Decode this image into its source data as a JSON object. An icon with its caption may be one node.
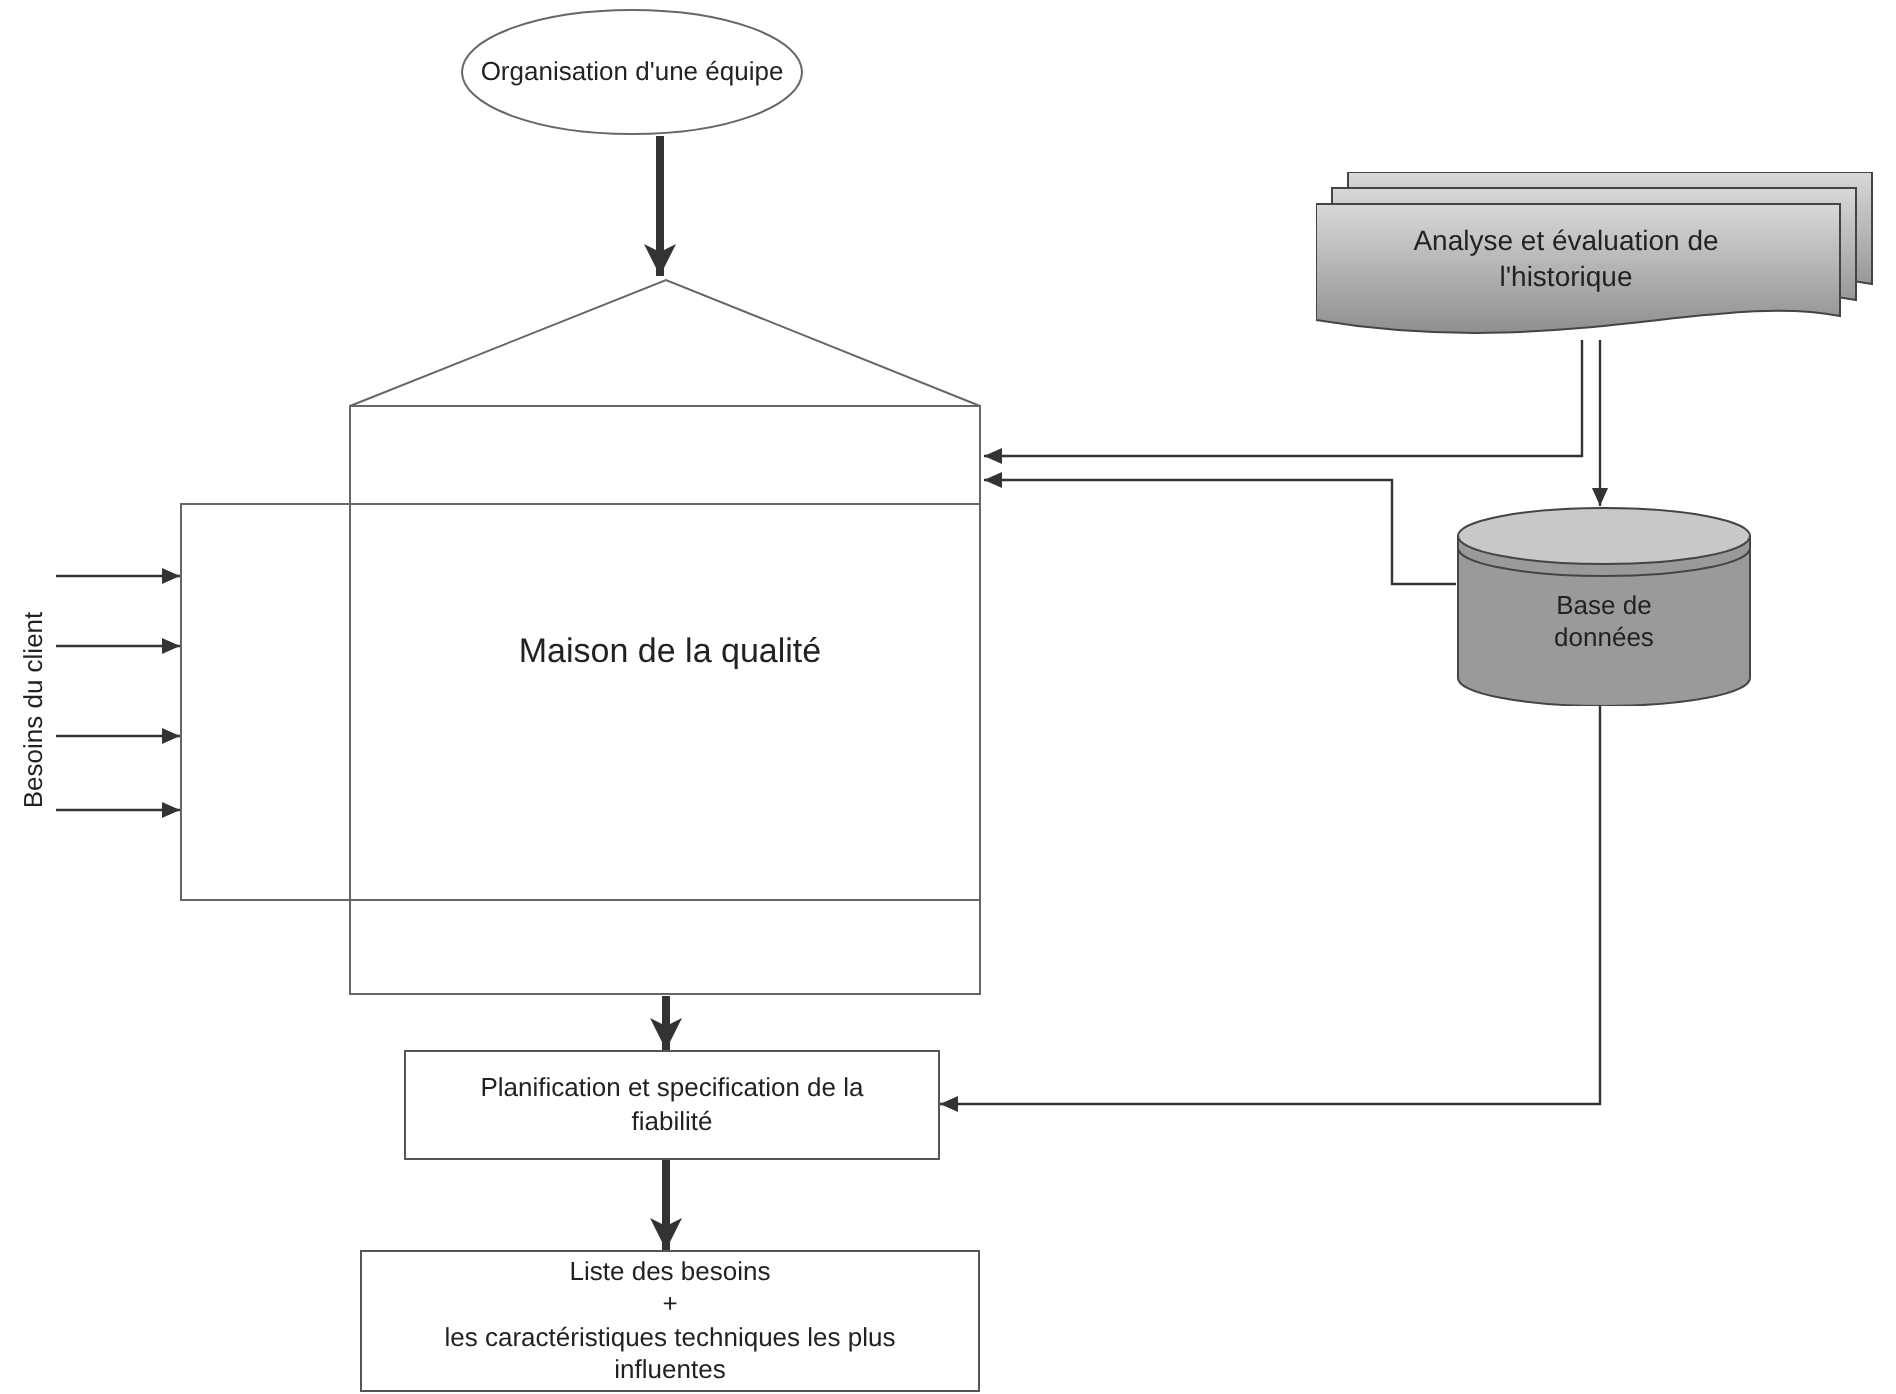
{
  "diagram": {
    "nodes": [
      {
        "text": [
          "Organisation d'une équipe"
        ]
      },
      {
        "text": [
          "Maison de la qualité"
        ]
      },
      {
        "text": [
          "Analyse et évaluation de l'historique"
        ]
      },
      {
        "text": [
          "Base de données"
        ]
      },
      {
        "text": [
          "Planification et specification de la fiabilité"
        ]
      },
      {
        "text": [
          "Liste des besoins",
          "+",
          "les caractéristiques techniques les plus influentes"
        ]
      },
      {
        "text": [
          "Besoins du client"
        ]
      }
    ],
    "edges": [
      {
        "from": 0,
        "to": 1,
        "arrow": "to",
        "style": "thick"
      },
      {
        "from": 2,
        "to": 1,
        "arrow": "to"
      },
      {
        "from": 3,
        "to": 1,
        "arrow": "to"
      },
      {
        "from": 2,
        "to": 3,
        "arrow": "to"
      },
      {
        "from": 3,
        "to": 4,
        "arrow": "to"
      },
      {
        "from": 1,
        "to": 4,
        "arrow": "to",
        "style": "thick"
      },
      {
        "from": 4,
        "to": 5,
        "arrow": "to",
        "style": "thick"
      },
      {
        "from": 6,
        "to": 1,
        "arrow": "to"
      },
      {
        "from": 6,
        "to": 1,
        "arrow": "to"
      },
      {
        "from": 6,
        "to": 1,
        "arrow": "to"
      },
      {
        "from": 6,
        "to": 1,
        "arrow": "to"
      }
    ]
  }
}
